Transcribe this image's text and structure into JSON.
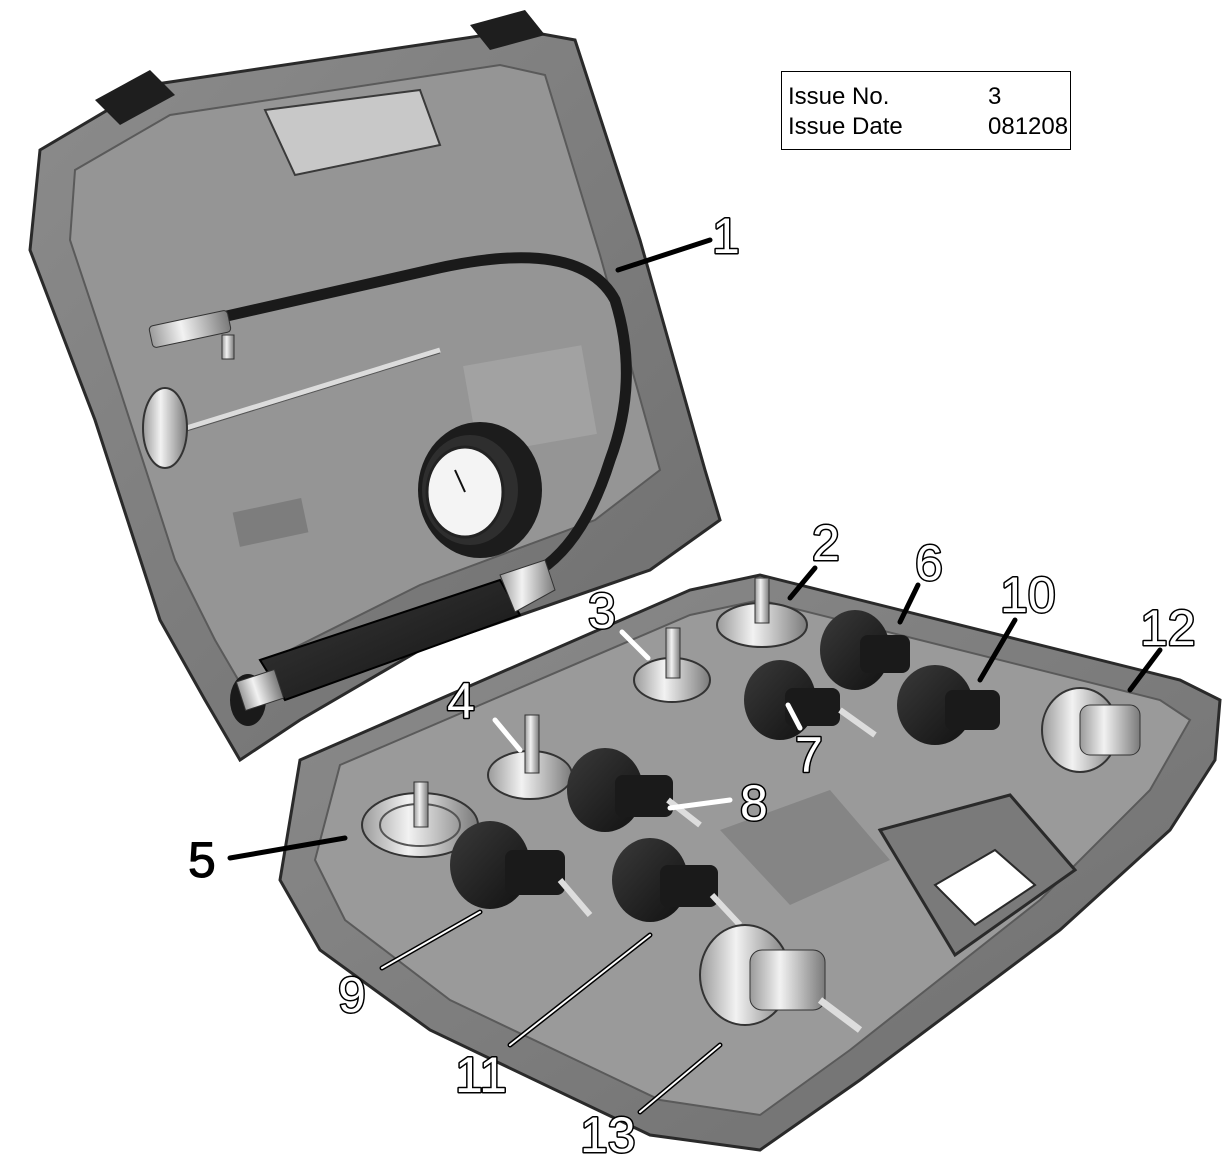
{
  "issue": {
    "number_label": "Issue No.",
    "number_value": "3",
    "date_label": "Issue Date",
    "date_value": "081208"
  },
  "callouts": [
    "1",
    "2",
    "3",
    "4",
    "5",
    "6",
    "7",
    "8",
    "9",
    "10",
    "11",
    "12",
    "13"
  ]
}
